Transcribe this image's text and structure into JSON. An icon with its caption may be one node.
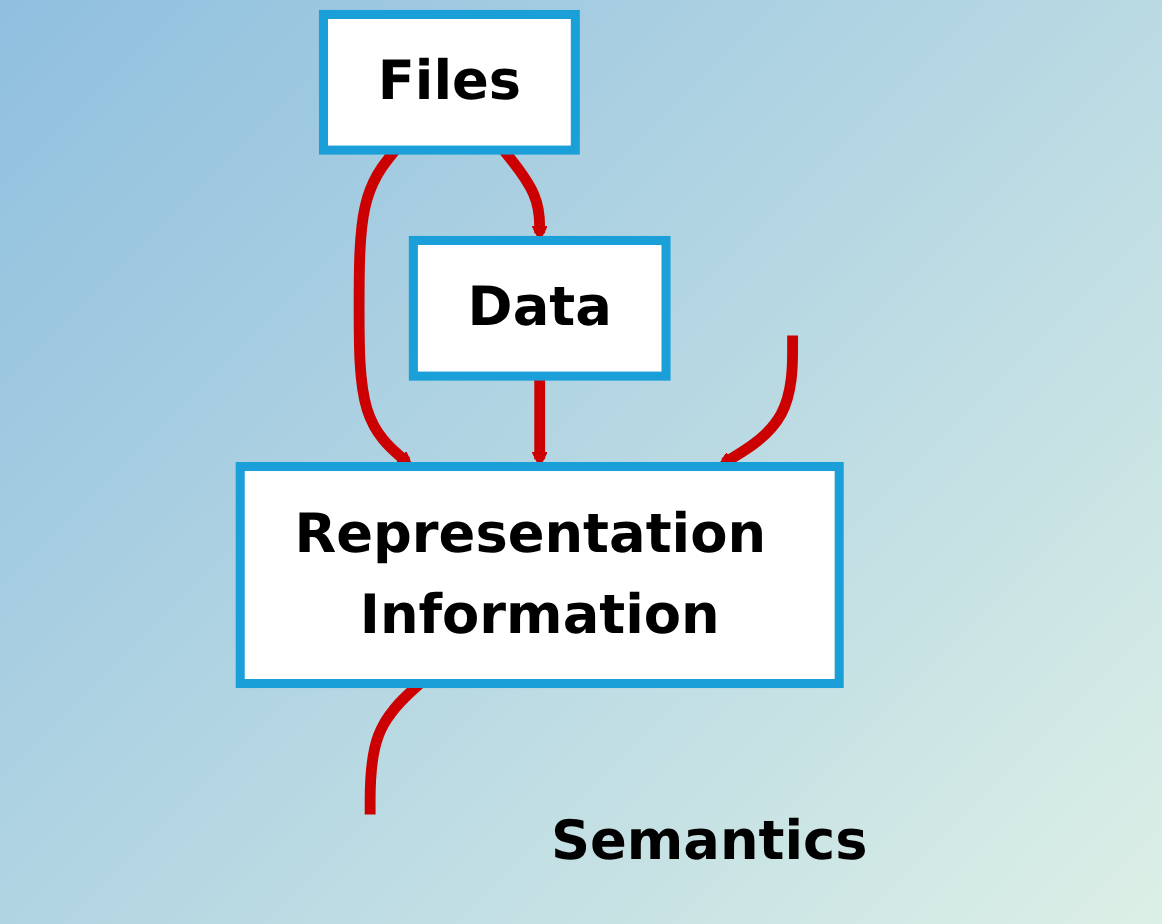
{
  "diagram": {
    "nodes": [
      {
        "text": [
          "Files"
        ]
      },
      {
        "text": [
          "Data"
        ]
      },
      {
        "text": [
          "Representation Information"
        ],
        "beside": [
          "Semantics"
        ]
      }
    ],
    "edges": [
      {
        "from": 0,
        "to": 1,
        "arrow": "to"
      },
      {
        "from": 0,
        "to": 2,
        "arrow": "to"
      },
      {
        "from": 1,
        "to": 2,
        "arrow": "to"
      },
      {
        "from": null,
        "to": 2,
        "arrow": "to"
      },
      {
        "from": 2,
        "to": null,
        "arrow": "none"
      }
    ]
  }
}
